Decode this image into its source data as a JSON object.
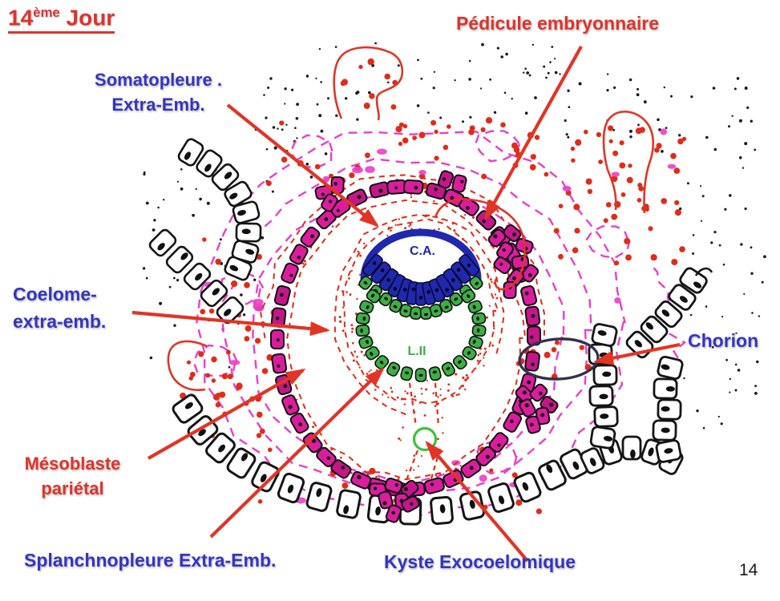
{
  "slide": {
    "title": {
      "number": "14",
      "superscript": "ème",
      "rest": " Jour"
    },
    "page_number": "14"
  },
  "labels": {
    "pedicule_embryonnaire": "Pédicule embryonnaire",
    "somatopleure_line1": "Somatopleure .",
    "somatopleure_line2": "Extra-Emb.",
    "coelome_line1": "Coelome-",
    "coelome_line2": "extra-emb.",
    "chorion": "Chorion",
    "mesoblaste_line1": "Mésoblaste",
    "mesoblaste_line2": "pariétal",
    "splanchnopleure": "Splanchnopleure Extra-Emb.",
    "kyste": "Kyste Exocoelomique",
    "cavite_amniotique": "C.A.",
    "lecithocele": "L.II"
  },
  "colors": {
    "label_blue": "#3434c4",
    "label_red": "#e0332b",
    "arrow_red": "#e23425",
    "trophoblast_magenta": "#db1d9d",
    "trophoblast_dark": "#c41689",
    "epiblast_blue": "#2028ae",
    "hypoblast_green": "#3cb043",
    "pink_dash": "#ea3fc8",
    "red_dot": "#e02c18",
    "chorion_ellipse": "#32324e",
    "cyst_green": "#3ec23e",
    "black_ink": "#1a1a1a"
  }
}
